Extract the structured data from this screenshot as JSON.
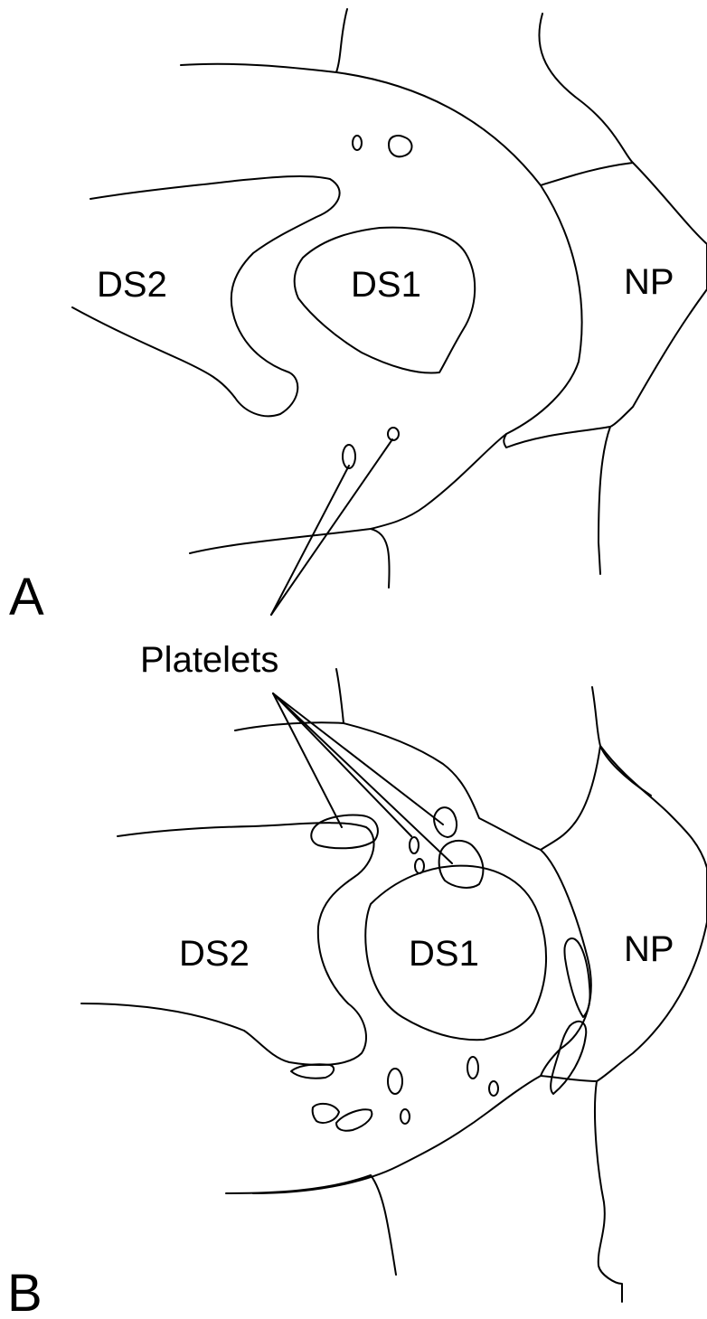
{
  "panel_a": {
    "letter": "A",
    "labels": {
      "ds2": "DS2",
      "ds1": "DS1",
      "np": "NP"
    }
  },
  "panel_b": {
    "letter": "B",
    "labels": {
      "ds2": "DS2",
      "ds1": "DS1",
      "np": "NP"
    }
  },
  "callout": {
    "label": "Platelets"
  },
  "colors": {
    "line": "#000000",
    "background": "#ffffff"
  }
}
